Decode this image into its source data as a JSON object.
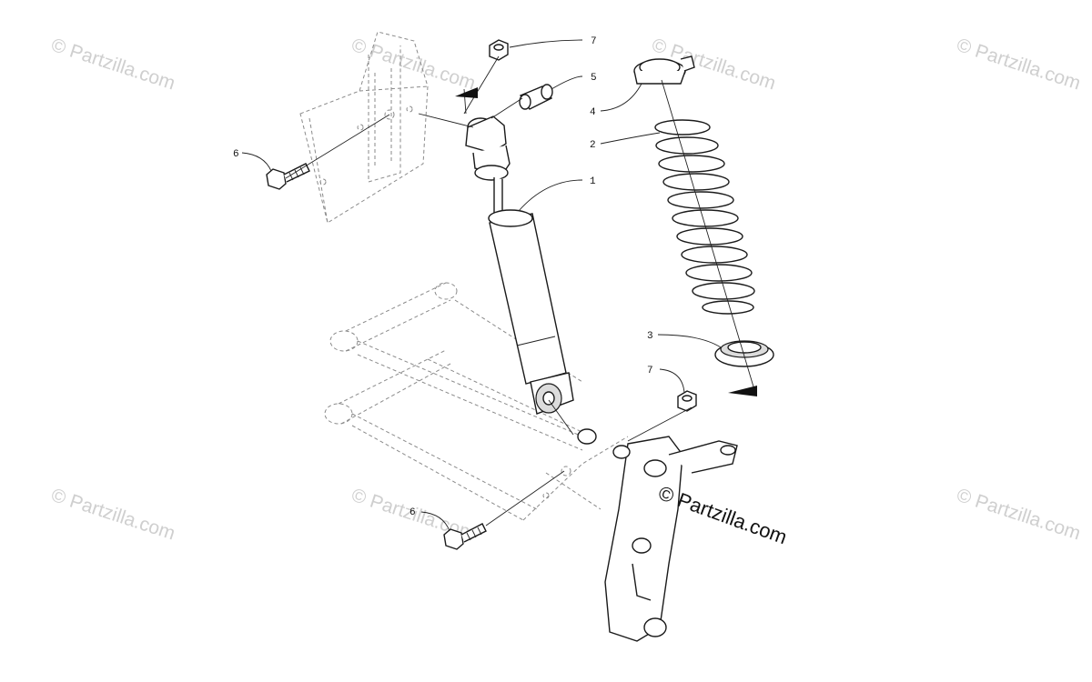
{
  "diagram": {
    "callouts": [
      {
        "id": "callout-7-top",
        "label": "7"
      },
      {
        "id": "callout-5",
        "label": "5"
      },
      {
        "id": "callout-4",
        "label": "4"
      },
      {
        "id": "callout-2",
        "label": "2"
      },
      {
        "id": "callout-1",
        "label": "1"
      },
      {
        "id": "callout-6-top",
        "label": "6"
      },
      {
        "id": "callout-3",
        "label": "3"
      },
      {
        "id": "callout-7-bottom",
        "label": "7"
      },
      {
        "id": "callout-6-bottom",
        "label": "6"
      }
    ],
    "watermark": {
      "text": "© Partzilla.com",
      "main_text": "© Partzilla.com"
    }
  },
  "colors": {
    "ink": "#1a1a1a",
    "ghost_line": "#8a8a8a",
    "watermark_faint": "#cfcfcf",
    "background": "#ffffff"
  }
}
